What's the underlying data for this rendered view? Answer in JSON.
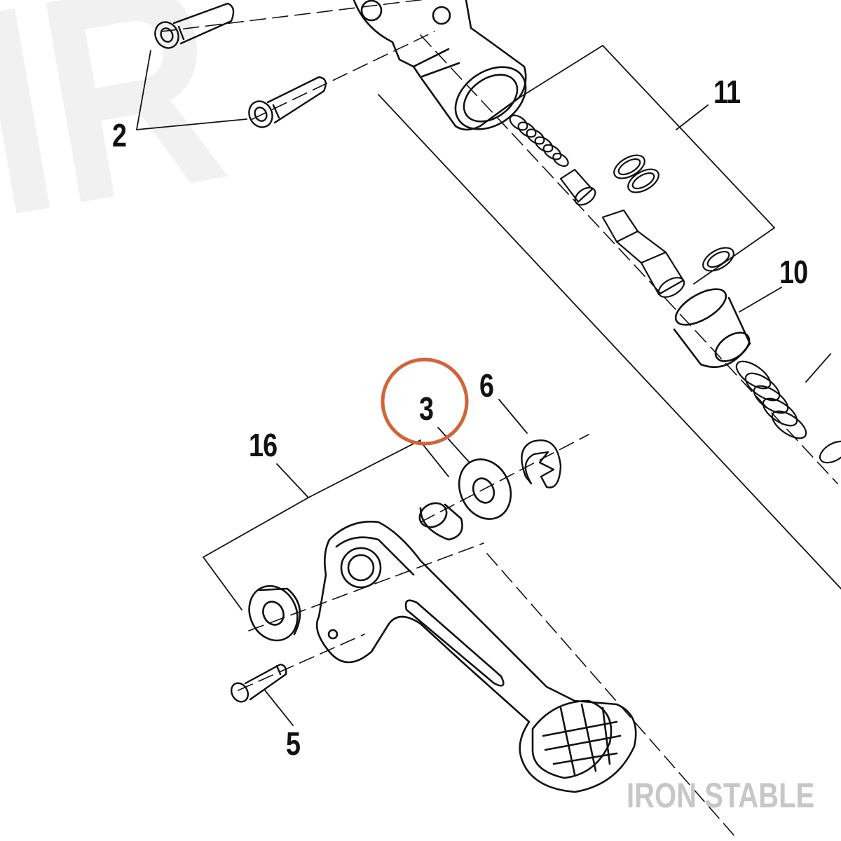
{
  "background_mark": "IR",
  "watermark": "IRON STABLE",
  "callouts": {
    "c2": "2",
    "c11": "11",
    "c10": "10",
    "c3": "3",
    "c6": "6",
    "c16": "16",
    "c5": "5"
  },
  "colors": {
    "line": "#111111",
    "highlight_circle": "#d2643a",
    "watermark": "#c7c7c7",
    "background_mark": "#f1f1f1"
  },
  "highlighted_callout": "3"
}
